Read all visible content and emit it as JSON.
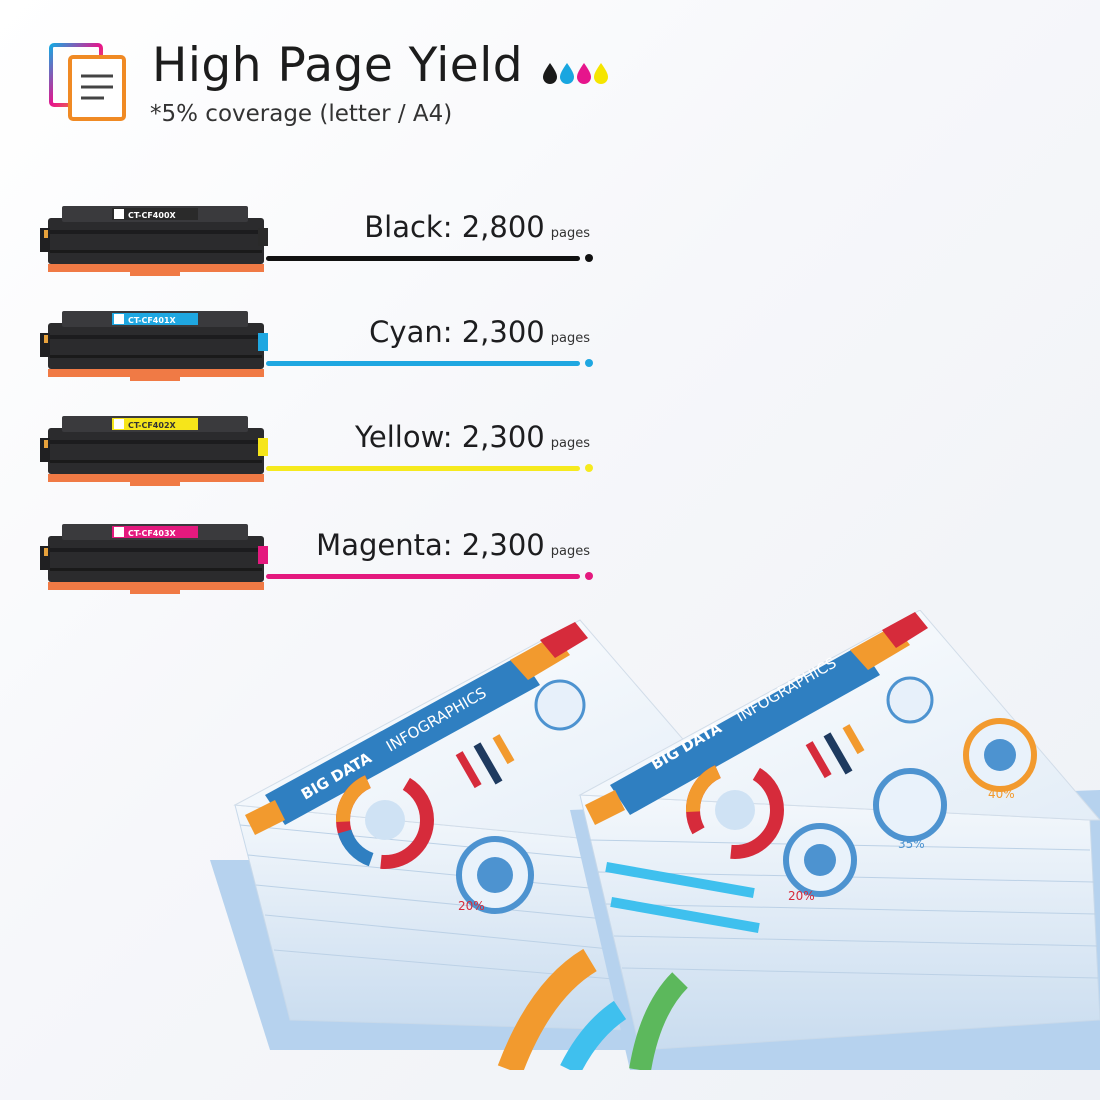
{
  "header": {
    "title": "High Page Yield",
    "subtitle": "*5% coverage (letter / A4)",
    "icon": "document-stack-icon",
    "drop_colors": [
      "#1a1a1a",
      "#19a6e0",
      "#e6158c",
      "#f5e500"
    ]
  },
  "yields": [
    {
      "color_name": "Black",
      "label": "Black: 2,800",
      "unit": "pages",
      "pages": 2800,
      "line_color": "#111111",
      "chip_label": "CT-CF400X",
      "chip_color": "#2a2a2a",
      "chip_text_color": "#ffffff"
    },
    {
      "color_name": "Cyan",
      "label": "Cyan: 2,300",
      "unit": "pages",
      "pages": 2300,
      "line_color": "#1fa7e1",
      "chip_label": "CT-CF401X",
      "chip_color": "#1fa7e1",
      "chip_text_color": "#ffffff"
    },
    {
      "color_name": "Yellow",
      "label": "Yellow: 2,300",
      "unit": "pages",
      "pages": 2300,
      "line_color": "#f6ea1e",
      "chip_label": "CT-CF402X",
      "chip_color": "#f6e51a",
      "chip_text_color": "#333333"
    },
    {
      "color_name": "Magenta",
      "label": "Magenta: 2,300",
      "unit": "pages",
      "pages": 2300,
      "line_color": "#e4197e",
      "chip_label": "CT-CF403X",
      "chip_color": "#e4197e",
      "chip_text_color": "#ffffff"
    }
  ],
  "illustration": {
    "left_sheet": {
      "band_title": "BIG DATA",
      "band_subtitle": "INFOGRAPHICS",
      "percent_label": "20%"
    },
    "right_sheet": {
      "band_title": "BIG DATA",
      "band_subtitle": "INFOGRAPHICS",
      "percent_labels": [
        "20%",
        "35%",
        "40%"
      ]
    }
  }
}
